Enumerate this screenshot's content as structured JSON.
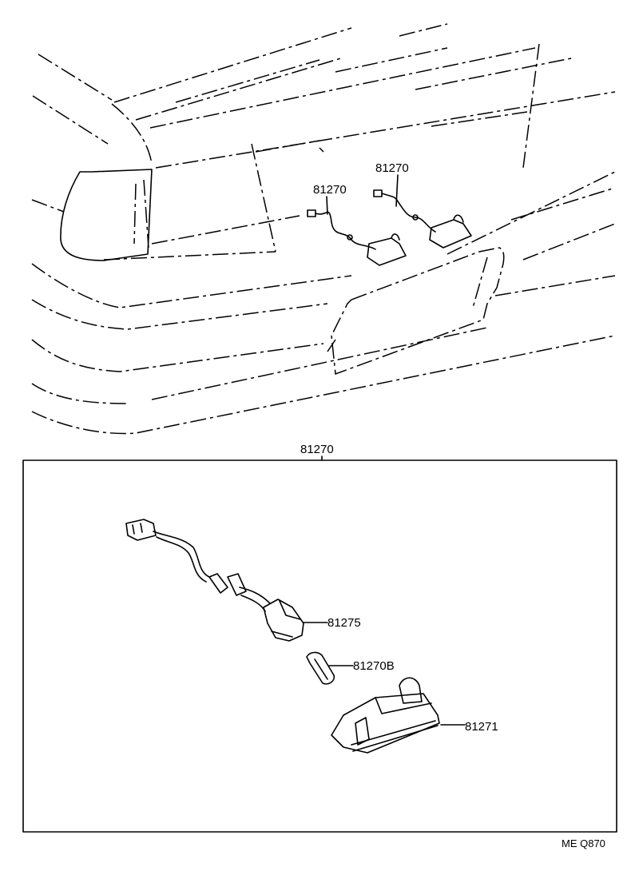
{
  "labels": {
    "car_harness_left": "81270",
    "car_harness_right": "81270",
    "assembly_title": "81270",
    "socket": "81275",
    "bulb": "81270B",
    "lens_housing": "81271",
    "figure_code": "ME Q870"
  },
  "icons": [
    "connector-icon",
    "socket-icon",
    "bulb-icon",
    "lamp-housing-icon"
  ]
}
